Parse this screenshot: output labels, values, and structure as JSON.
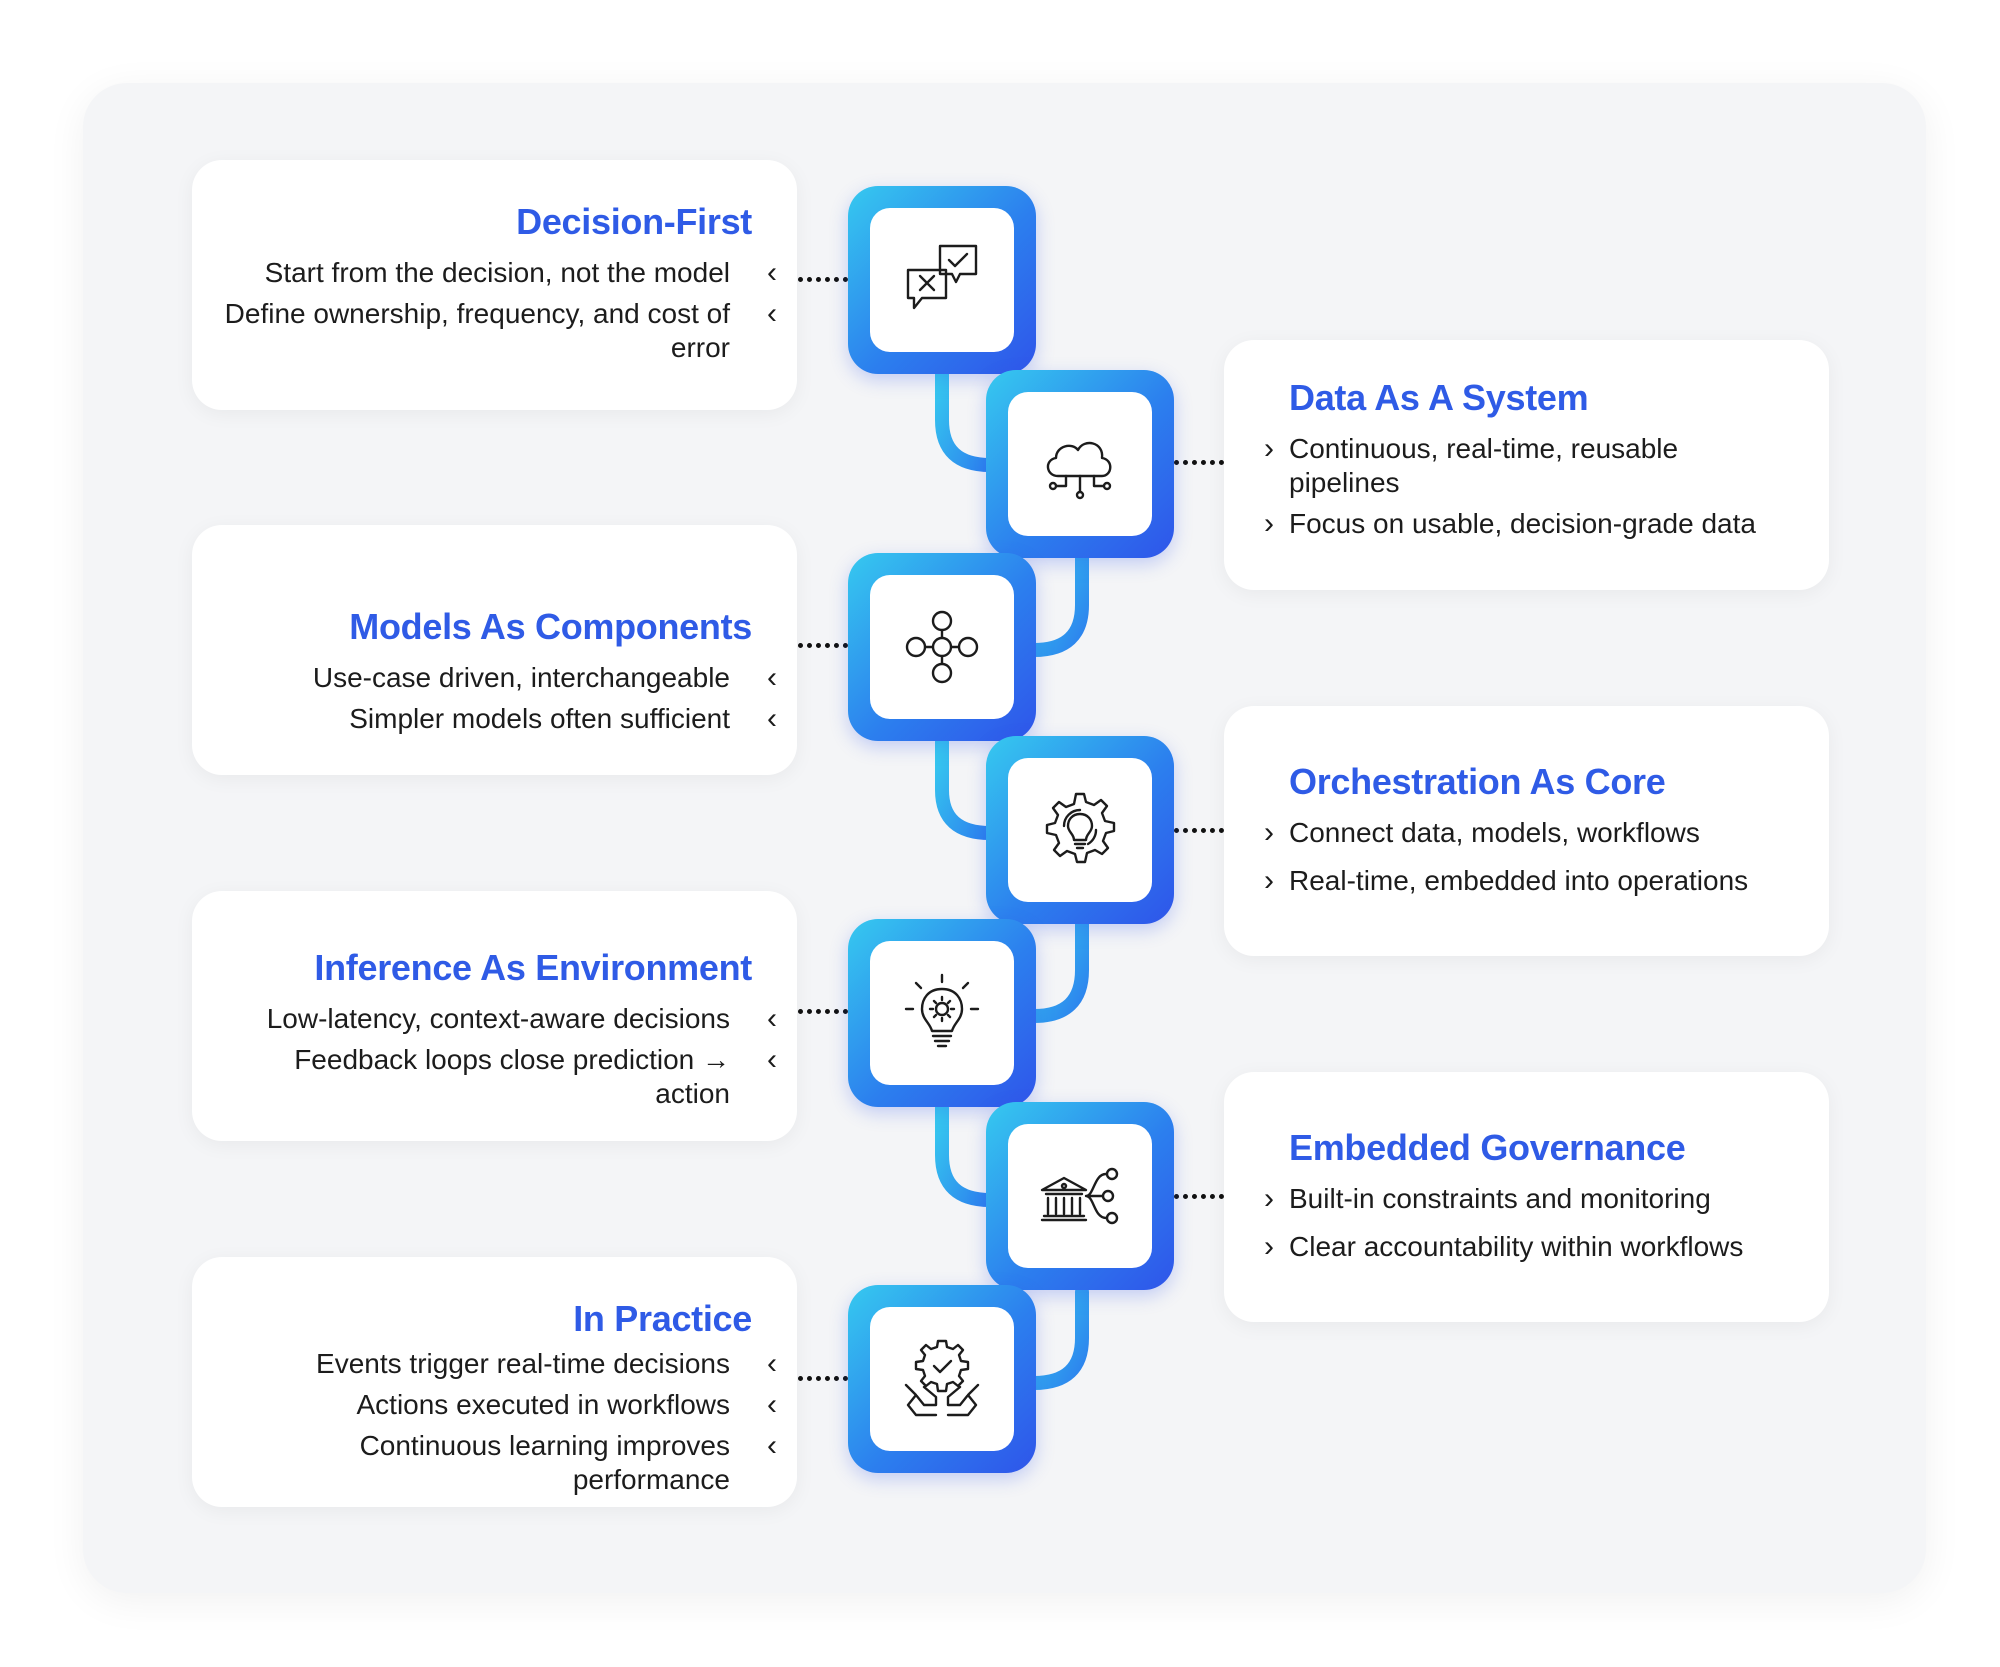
{
  "left_cards": [
    {
      "title": "Decision-First",
      "bullets": [
        "Start from the decision, not the model",
        "Define ownership, frequency, and cost of error"
      ],
      "icon": "decision-chat-icon"
    },
    {
      "title": "Models As Components",
      "bullets": [
        "Use-case driven, interchangeable",
        "Simpler models often sufficient"
      ],
      "icon": "nodes-network-icon"
    },
    {
      "title": "Inference As Environment",
      "bullets": [
        "Low-latency, context-aware decisions",
        "Feedback loops close prediction → action"
      ],
      "icon": "lightbulb-gear-icon"
    },
    {
      "title": "In Practice",
      "bullets": [
        "Events trigger real-time decisions",
        "Actions executed in workflows",
        "Continuous learning improves performance"
      ],
      "icon": "hands-gear-check-icon"
    }
  ],
  "right_cards": [
    {
      "title": "Data As A System",
      "bullets": [
        "Continuous, real-time, reusable pipelines",
        "Focus on usable, decision-grade data"
      ],
      "icon": "cloud-network-icon"
    },
    {
      "title": "Orchestration As Core",
      "bullets": [
        "Connect data, models, workflows",
        "Real-time, embedded into operations"
      ],
      "icon": "gear-bulb-cycle-icon"
    },
    {
      "title": "Embedded Governance",
      "bullets": [
        "Built-in constraints and monitoring",
        "Clear accountability within workflows"
      ],
      "icon": "bank-branches-icon"
    }
  ],
  "chevron_left": "‹",
  "chevron_right": "›",
  "colors": {
    "title": "#2f5be6",
    "tile_start": "#36c9ef",
    "tile_end": "#2f55ea",
    "panel": "#f4f5f7"
  }
}
